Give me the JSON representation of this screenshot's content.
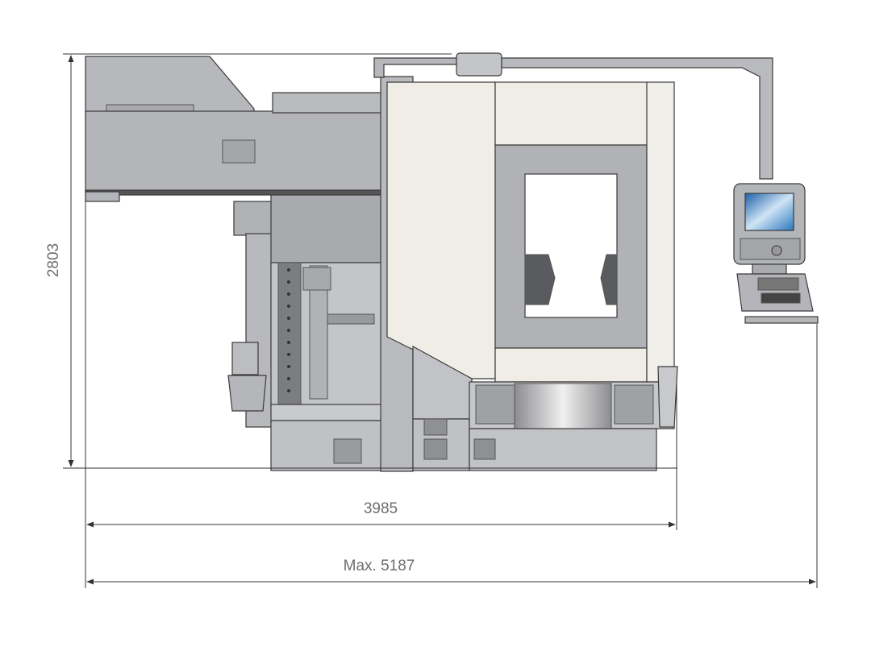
{
  "dimensions": {
    "height": "2803",
    "width": "3985",
    "max_width": "Max. 5187"
  },
  "colors": {
    "machine_gray": "#b4b5b8",
    "cabin_white": "#efede6",
    "screen_blue": "#2d7fc0",
    "dimension_line": "#333333"
  }
}
